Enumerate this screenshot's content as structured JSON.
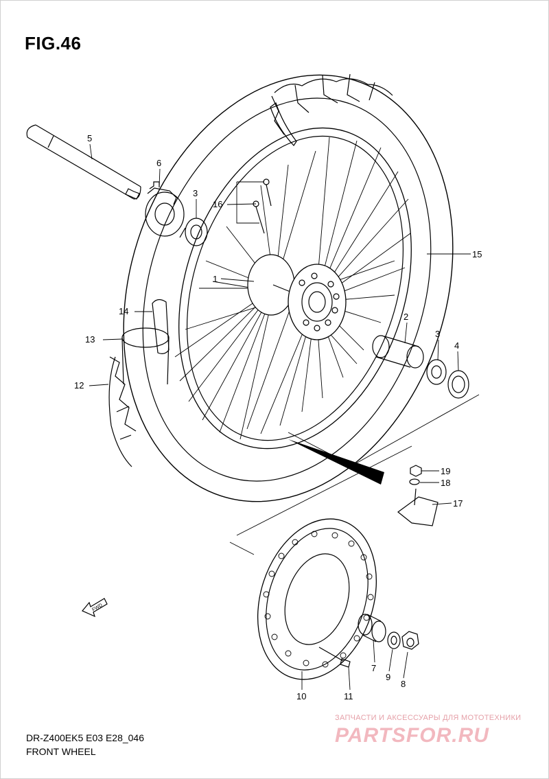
{
  "figure": {
    "title": "FIG.46"
  },
  "callouts": [
    {
      "id": "c1",
      "label": "1"
    },
    {
      "id": "c2",
      "label": "2"
    },
    {
      "id": "c3a",
      "label": "3"
    },
    {
      "id": "c3b",
      "label": "3"
    },
    {
      "id": "c4",
      "label": "4"
    },
    {
      "id": "c5",
      "label": "5"
    },
    {
      "id": "c6",
      "label": "6"
    },
    {
      "id": "c7",
      "label": "7"
    },
    {
      "id": "c8",
      "label": "8"
    },
    {
      "id": "c9",
      "label": "9"
    },
    {
      "id": "c10",
      "label": "10"
    },
    {
      "id": "c11",
      "label": "11"
    },
    {
      "id": "c12",
      "label": "12"
    },
    {
      "id": "c13",
      "label": "13"
    },
    {
      "id": "c14",
      "label": "14"
    },
    {
      "id": "c15",
      "label": "15"
    },
    {
      "id": "c16",
      "label": "16"
    },
    {
      "id": "c17",
      "label": "17"
    },
    {
      "id": "c18",
      "label": "18"
    },
    {
      "id": "c19",
      "label": "19"
    }
  ],
  "fwd_badge": "FWD",
  "footer": {
    "model_code": "DR-Z400EK5 E03 E28_046",
    "section_name": "FRONT WHEEL"
  },
  "watermark": {
    "tagline": "ЗАПЧАСТИ И АКСЕССУАРЫ ДЛЯ МОТОТЕХНИКИ",
    "logo": "PARTSFOR.RU"
  }
}
